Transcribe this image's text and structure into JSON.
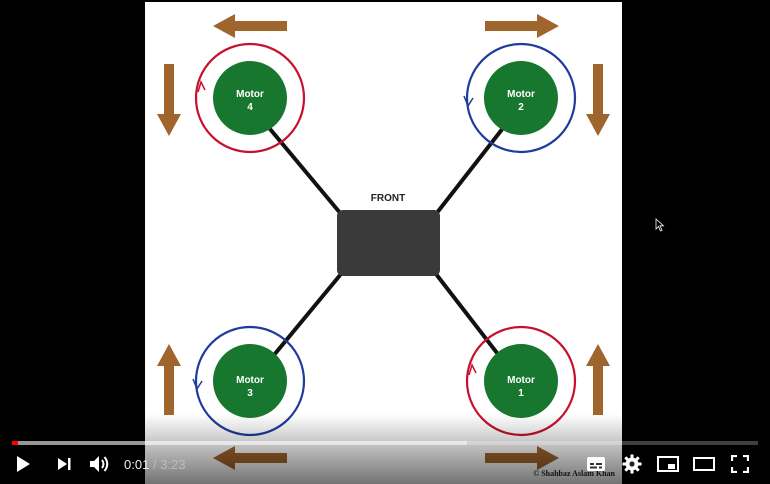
{
  "video": {
    "frame": {
      "front_label": "FRONT",
      "credit": "© Shahbaz Aslam Khan",
      "motors": [
        {
          "line1": "Motor",
          "line2": "4",
          "rotation_color": "#c8102e"
        },
        {
          "line1": "Motor",
          "line2": "2",
          "rotation_color": "#1f3c9c"
        },
        {
          "line1": "Motor",
          "line2": "3",
          "rotation_color": "#1f3c9c"
        },
        {
          "line1": "Motor",
          "line2": "1",
          "rotation_color": "#c8102e"
        }
      ],
      "colors": {
        "motor_fill": "#17772f",
        "body_fill": "#3a3a3a",
        "arrow": "#a0642d",
        "arm": "#111111"
      }
    }
  },
  "player": {
    "current_time": "0:01",
    "separator": "/",
    "duration": "3:23",
    "progress_played_fraction": 0.008,
    "progress_loaded_fraction": 0.61,
    "accent_color": "#ff0000",
    "buttons": {
      "play": "play-icon",
      "next": "next-icon",
      "volume": "volume-icon",
      "subtitles": "subtitles-icon",
      "settings": "gear-icon",
      "miniplayer": "miniplayer-icon",
      "theater": "theater-mode-icon",
      "fullscreen": "fullscreen-icon"
    }
  }
}
